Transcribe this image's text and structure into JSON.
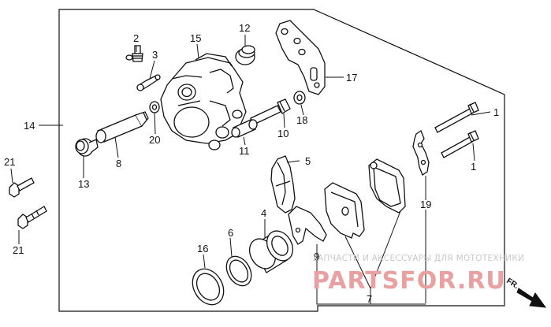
{
  "callouts": {
    "c1a": "1",
    "c1b": "1",
    "c2": "2",
    "c3": "3",
    "c4": "4",
    "c5": "5",
    "c6": "6",
    "c7": "7",
    "c8": "8",
    "c9": "9",
    "c10": "10",
    "c11": "11",
    "c12": "12",
    "c13": "13",
    "c14": "14",
    "c15": "15",
    "c16": "16",
    "c17": "17",
    "c18": "18",
    "c19": "19",
    "c20": "20",
    "c21a": "21",
    "c21b": "21"
  },
  "front_arrow": {
    "label": "FR."
  },
  "watermark": {
    "line1": "ЗАПЧАСТИ И АКСЕССУАРЫ ДЛЯ МОТОТЕХНИКИ",
    "line2": "PARTSFOR.RU",
    "color": "#e9a0a0"
  }
}
